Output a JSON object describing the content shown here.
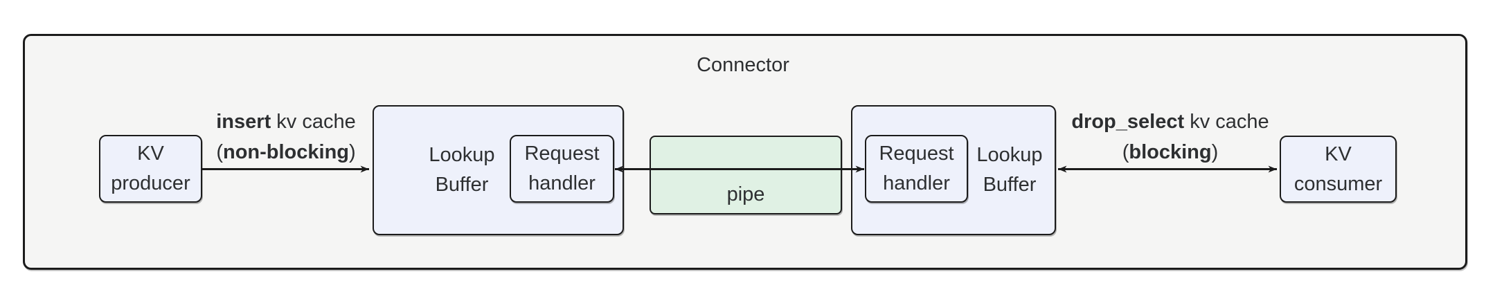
{
  "title": "Connector",
  "nodes": {
    "kv_producer": {
      "lines": [
        "KV",
        "producer"
      ]
    },
    "lookup_buffer_left": {
      "lines": [
        "Lookup",
        "Buffer"
      ]
    },
    "request_handler_left": {
      "lines": [
        "Request",
        "handler"
      ]
    },
    "pipe": {
      "label": "pipe"
    },
    "request_handler_right": {
      "lines": [
        "Request",
        "handler"
      ]
    },
    "lookup_buffer_right": {
      "lines": [
        "Lookup",
        "Buffer"
      ]
    },
    "kv_consumer": {
      "lines": [
        "KV",
        "consumer"
      ]
    }
  },
  "edges": {
    "insert": {
      "keyword": "insert",
      "rest": " kv cache",
      "open_paren": "(",
      "mode": "non-blocking",
      "close_paren": ")"
    },
    "drop_select": {
      "keyword": "drop_select",
      "rest": " kv cache",
      "open_paren": "(",
      "mode": "blocking",
      "close_paren": ")"
    }
  },
  "colors": {
    "canvas_bg": "#ffffff",
    "container_fill": "#f5f5f4",
    "node_fill": "#eef1fb",
    "pipe_fill": "#e0f1e4",
    "border": "#1b1b1b",
    "text": "#2d2f31"
  }
}
